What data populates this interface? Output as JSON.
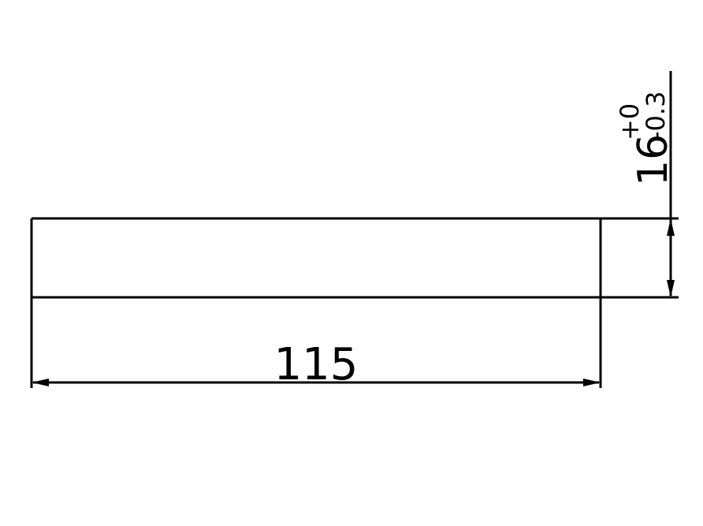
{
  "drawing": {
    "line_color": "#000000",
    "background": "#ffffff",
    "width_dimension": {
      "value": "115"
    },
    "height_dimension": {
      "value": "16",
      "tolerance_upper": "+0",
      "tolerance_lower": "-0.3"
    }
  }
}
